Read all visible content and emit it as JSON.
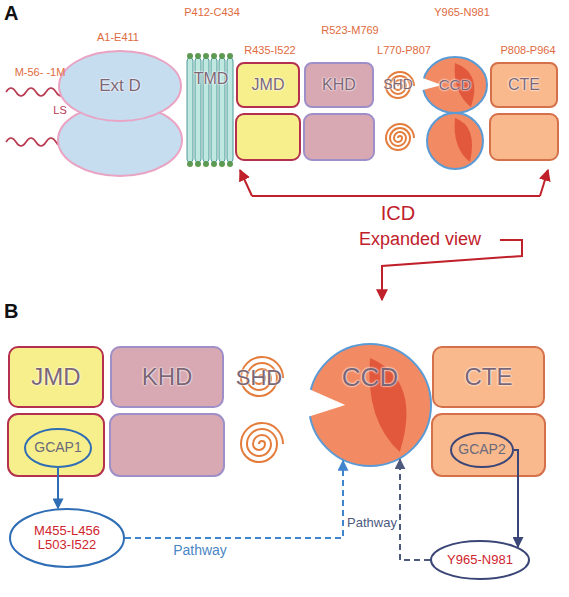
{
  "diagram": {
    "nodes": [
      {
        "text": [
          "Ext D"
        ]
      },
      {
        "text": [
          "TMD"
        ]
      },
      {
        "text": [
          "JMD"
        ]
      },
      {
        "text": [
          "KHD"
        ]
      },
      {
        "text": [
          "SHD"
        ]
      },
      {
        "text": [
          "CCD"
        ]
      },
      {
        "text": [
          "CTE"
        ]
      },
      {
        "text": [
          "JMD"
        ]
      },
      {
        "text": [
          "KHD"
        ]
      },
      {
        "text": [
          "SHD"
        ]
      },
      {
        "text": [
          "CCD"
        ]
      },
      {
        "text": [
          "CTE"
        ]
      },
      {
        "text": [
          "GCAP1"
        ]
      },
      {
        "text": [
          "GCAP2"
        ]
      },
      {
        "text": [
          "M455-L456 L503-I522"
        ]
      },
      {
        "text": [
          "Y965-N981"
        ]
      }
    ],
    "edges": [
      {
        "from": 12,
        "to": 14,
        "arrow": "to"
      },
      {
        "from": 14,
        "to": 10,
        "label": "Pathway",
        "arrow": "to"
      },
      {
        "from": 13,
        "to": 15,
        "arrow": "to"
      },
      {
        "from": 15,
        "to": 10,
        "label": "Pathway",
        "arrow": "to"
      }
    ],
    "labels": [
      "A",
      "M-56- -1M",
      "LS",
      "A1-E411",
      "P412-C434",
      "R435-I522",
      "R523-M769",
      "L770-P807",
      "Y965-N981",
      "P808-P964",
      "ICD",
      "Expanded view",
      "B"
    ]
  }
}
